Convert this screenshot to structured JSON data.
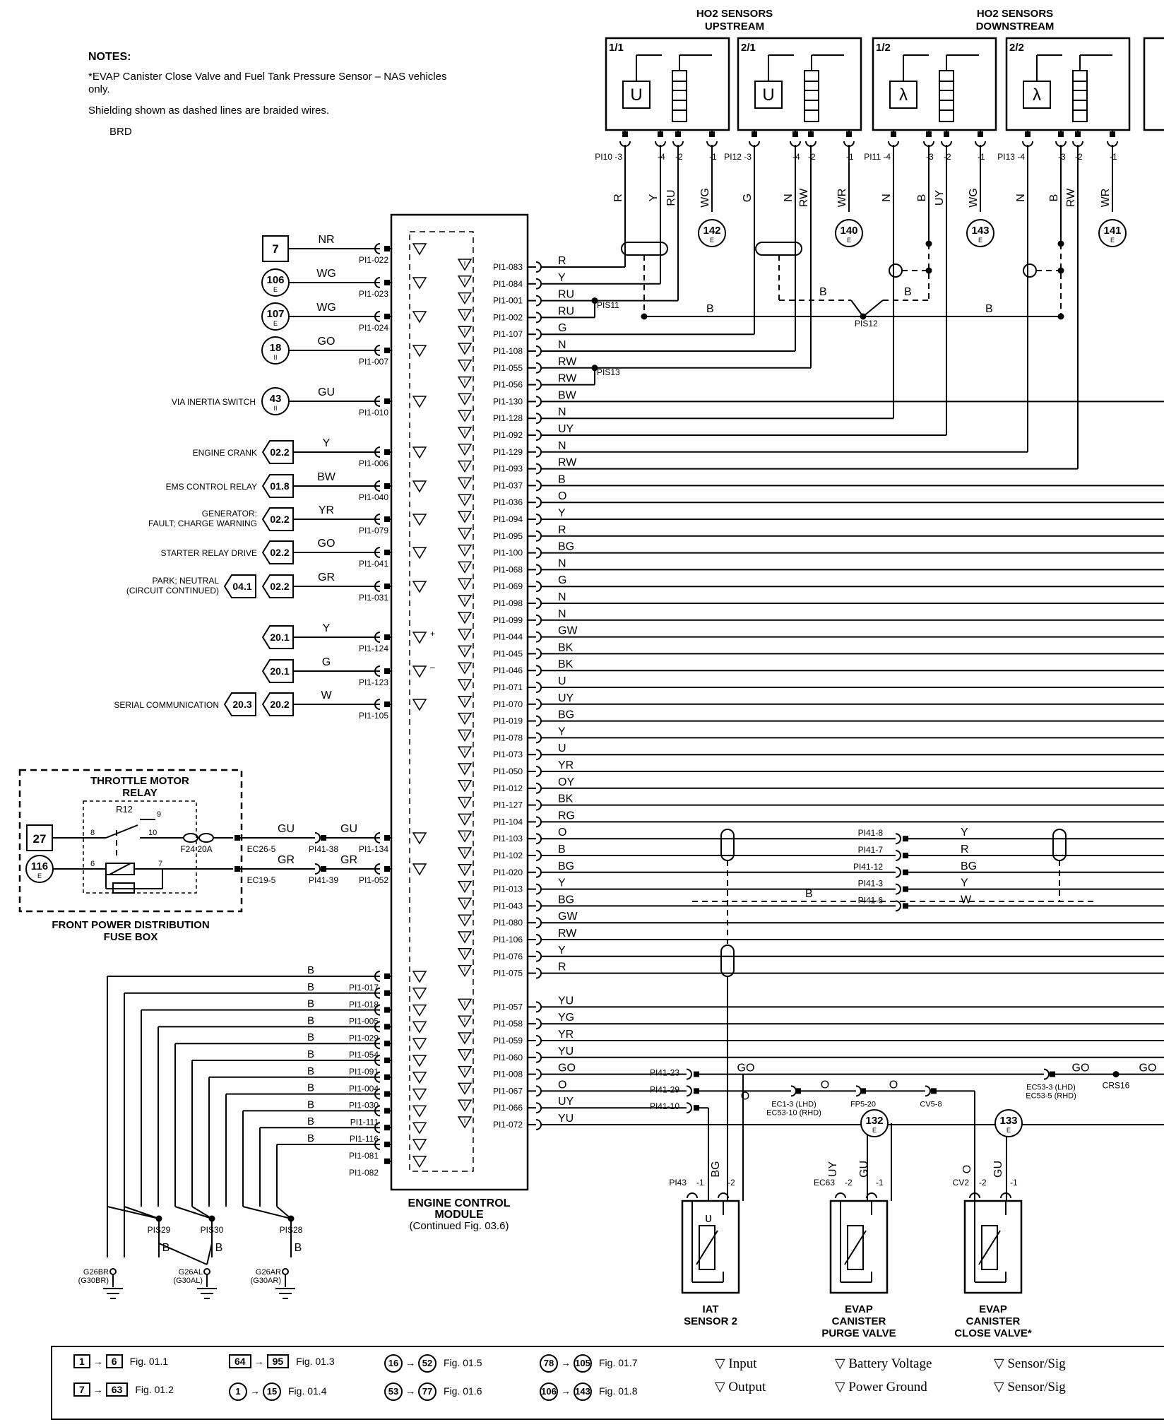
{
  "notes": {
    "title": "NOTES:",
    "line1": "*EVAP Canister Close Valve and Fuel Tank Pressure Sensor – NAS vehicles only.",
    "line2": "Shielding shown as dashed lines are braided wires.",
    "braid_label": "BRD"
  },
  "headers": {
    "ho2_up": [
      "HO2 SENSORS",
      "UPSTREAM"
    ],
    "ho2_down": [
      "HO2 SENSORS",
      "DOWNSTREAM"
    ]
  },
  "sensors": [
    {
      "id": "1/1",
      "type": "U",
      "pins": [
        "PI10 -3",
        "-4",
        "-2",
        "-1"
      ],
      "wires": [
        "R",
        "Y",
        "RU",
        "WG"
      ],
      "ref": "142",
      "ref_sub": "E"
    },
    {
      "id": "2/1",
      "type": "U",
      "pins": [
        "PI12 -3",
        "-4",
        "-2",
        "-1"
      ],
      "wires": [
        "G",
        "N",
        "RW",
        "WR"
      ],
      "ref": "140",
      "ref_sub": "E"
    },
    {
      "id": "1/2",
      "type": "λ",
      "pins": [
        "PI11 -4",
        "-3",
        "-2",
        "-1"
      ],
      "wires": [
        "N",
        "B",
        "UY",
        "WG"
      ],
      "ref": "143",
      "ref_sub": "E"
    },
    {
      "id": "2/2",
      "type": "λ",
      "pins": [
        "PI13 -4",
        "-3",
        "-2",
        "-1"
      ],
      "wires": [
        "N",
        "B",
        "RW",
        "WR"
      ],
      "ref": "141",
      "ref_sub": "E"
    }
  ],
  "splices": {
    "pis11": "PIS11",
    "pis12": "PIS12",
    "pis13": "PIS13",
    "b1": "B",
    "b2": "B",
    "b3": "B",
    "b4": "B"
  },
  "ecm": {
    "label": [
      "ENGINE CONTROL",
      "MODULE",
      "(Continued Fig. 03.6)"
    ]
  },
  "left_pins": [
    {
      "pin": "PI1-022",
      "wire": "NR",
      "ref": "7",
      "ref_kind": "box"
    },
    {
      "pin": "PI1-023",
      "wire": "WG",
      "ref": "106",
      "ref_kind": "circle",
      "ref_sub": "E"
    },
    {
      "pin": "PI1-024",
      "wire": "WG",
      "ref": "107",
      "ref_kind": "circle",
      "ref_sub": "E"
    },
    {
      "pin": "PI1-007",
      "wire": "GO",
      "ref": "18",
      "ref_kind": "circle",
      "ref_sub": "II"
    },
    {
      "pin": "PI1-010",
      "wire": "GU",
      "ref": "43",
      "ref_kind": "circle",
      "ref_sub": "II",
      "desc": "VIA INERTIA SWITCH"
    },
    {
      "pin": "PI1-006",
      "wire": "Y",
      "ref": "02.2",
      "ref_kind": "arrow",
      "desc": "ENGINE CRANK"
    },
    {
      "pin": "PI1-040",
      "wire": "BW",
      "ref": "01.8",
      "ref_kind": "arrow",
      "desc": "EMS CONTROL RELAY"
    },
    {
      "pin": "PI1-079",
      "wire": "YR",
      "ref": "02.2",
      "ref_kind": "arrow",
      "desc": "GENERATOR: FAULT; CHARGE WARNING"
    },
    {
      "pin": "PI1-041",
      "wire": "GO",
      "ref": "02.2",
      "ref_kind": "arrow",
      "desc": "STARTER RELAY DRIVE"
    },
    {
      "pin": "PI1-031",
      "wire": "GR",
      "ref": "02.2",
      "ref_kind": "arrow",
      "desc": "PARK; NEUTRAL (CIRCUIT CONTINUED)",
      "ref2": "04.1"
    },
    {
      "pin": "PI1-124",
      "wire": "Y",
      "ref": "20.1",
      "ref_kind": "arrow"
    },
    {
      "pin": "PI1-123",
      "wire": "G",
      "ref": "20.1",
      "ref_kind": "arrow"
    },
    {
      "pin": "PI1-105",
      "wire": "W",
      "ref": "20.2",
      "ref_kind": "arrow",
      "desc": "SERIAL COMMUNICATION",
      "ref2": "20.3"
    }
  ],
  "ground_pins": [
    "PI1-017",
    "PI1-018",
    "PI1-005",
    "PI1-029",
    "PI1-054",
    "PI1-091",
    "PI1-004",
    "PI1-030",
    "PI1-111",
    "PI1-116",
    "PI1-081",
    "PI1-082"
  ],
  "ground_wire": "B",
  "grounds": [
    {
      "splice": "PIS29",
      "wire": "B",
      "label": [
        "G26BR",
        "(G30BR)"
      ]
    },
    {
      "splice": "PIS30",
      "wire": "B",
      "label": [
        "G26AL",
        "(G30AL)"
      ]
    },
    {
      "splice": "PIS28",
      "wire": "B",
      "label": [
        "G26AR",
        "(G30AR)"
      ]
    }
  ],
  "right_pins": [
    {
      "pin": "PI1-083",
      "wire": "R"
    },
    {
      "pin": "PI1-084",
      "wire": "Y"
    },
    {
      "pin": "PI1-001",
      "wire": "RU"
    },
    {
      "pin": "PI1-002",
      "wire": "RU"
    },
    {
      "pin": "PI1-107",
      "wire": "G"
    },
    {
      "pin": "PI1-108",
      "wire": "N"
    },
    {
      "pin": "PI1-055",
      "wire": "RW"
    },
    {
      "pin": "PI1-056",
      "wire": "RW"
    },
    {
      "pin": "PI1-130",
      "wire": "BW"
    },
    {
      "pin": "PI1-128",
      "wire": "N"
    },
    {
      "pin": "PI1-092",
      "wire": "UY"
    },
    {
      "pin": "PI1-129",
      "wire": "N"
    },
    {
      "pin": "PI1-093",
      "wire": "RW"
    },
    {
      "pin": "PI1-037",
      "wire": "B"
    },
    {
      "pin": "PI1-036",
      "wire": "O"
    },
    {
      "pin": "PI1-094",
      "wire": "Y"
    },
    {
      "pin": "PI1-095",
      "wire": "R"
    },
    {
      "pin": "PI1-100",
      "wire": "BG"
    },
    {
      "pin": "PI1-068",
      "wire": "N"
    },
    {
      "pin": "PI1-069",
      "wire": "G"
    },
    {
      "pin": "PI1-098",
      "wire": "N"
    },
    {
      "pin": "PI1-099",
      "wire": "N"
    },
    {
      "pin": "PI1-044",
      "wire": "GW"
    },
    {
      "pin": "PI1-045",
      "wire": "BK"
    },
    {
      "pin": "PI1-046",
      "wire": "BK"
    },
    {
      "pin": "PI1-071",
      "wire": "U"
    },
    {
      "pin": "PI1-070",
      "wire": "UY"
    },
    {
      "pin": "PI1-019",
      "wire": "BG"
    },
    {
      "pin": "PI1-078",
      "wire": "Y"
    },
    {
      "pin": "PI1-073",
      "wire": "U"
    },
    {
      "pin": "PI1-050",
      "wire": "YR"
    },
    {
      "pin": "PI1-012",
      "wire": "OY"
    },
    {
      "pin": "PI1-127",
      "wire": "BK"
    },
    {
      "pin": "PI1-104",
      "wire": "RG"
    },
    {
      "pin": "PI1-103",
      "wire": "O"
    },
    {
      "pin": "PI1-102",
      "wire": "B"
    },
    {
      "pin": "PI1-020",
      "wire": "BG"
    },
    {
      "pin": "PI1-013",
      "wire": "Y"
    },
    {
      "pin": "PI1-043",
      "wire": "BG"
    },
    {
      "pin": "PI1-080",
      "wire": "GW"
    },
    {
      "pin": "PI1-106",
      "wire": "RW"
    },
    {
      "pin": "PI1-076",
      "wire": "Y"
    },
    {
      "pin": "PI1-075",
      "wire": "R"
    },
    {
      "pin": "PI1-057",
      "wire": "YU"
    },
    {
      "pin": "PI1-058",
      "wire": "YG"
    },
    {
      "pin": "PI1-059",
      "wire": "YR"
    },
    {
      "pin": "PI1-060",
      "wire": "YU"
    },
    {
      "pin": "PI1-008",
      "wire": "GO"
    },
    {
      "pin": "PI1-067",
      "wire": "O"
    },
    {
      "pin": "PI1-066",
      "wire": "UY"
    },
    {
      "pin": "PI1-072",
      "wire": "YU"
    }
  ],
  "pi41": [
    {
      "pin": "PI41-8",
      "wire": "Y"
    },
    {
      "pin": "PI41-7",
      "wire": "R"
    },
    {
      "pin": "PI41-12",
      "wire": "BG"
    },
    {
      "pin": "PI41-3",
      "wire": "Y"
    },
    {
      "pin": "PI41-6",
      "wire": "W"
    }
  ],
  "pi41_shield": "B",
  "throttle_relay": {
    "title": [
      "THROTTLE MOTOR",
      "RELAY"
    ],
    "relay": "R12",
    "fuse": "F24 20A",
    "ref1": "27",
    "ref2": "116",
    "ref2_sub": "E",
    "pins": [
      "8",
      "9",
      "10",
      "6",
      "7"
    ],
    "box_label": [
      "FRONT POWER DISTRIBUTION",
      "FUSE BOX"
    ],
    "wires": [
      {
        "c1": "EC26-5",
        "w1": "GU",
        "c2": "PI41-38",
        "w2": "GU",
        "pin": "PI1-134"
      },
      {
        "c1": "EC19-5",
        "w1": "GR",
        "c2": "PI41-39",
        "w2": "GR",
        "pin": "PI1-052"
      }
    ]
  },
  "bottom_conn": {
    "pi41_23": "PI41-23",
    "pi41_29": "PI41-29",
    "pi41_10": "PI41-10",
    "go": "GO",
    "o": "O",
    "ec1": [
      "EC1-3 (LHD)",
      "EC53-10 (RHD)"
    ],
    "fp": "FP5-20",
    "cv": "CV5-8",
    "ec53": [
      "EC53-3 (LHD)",
      "EC53-5 (RHD)"
    ],
    "crs": "CRS16"
  },
  "components": [
    {
      "name": [
        "IAT",
        "SENSOR 2"
      ],
      "conn": "PI43",
      "pins": [
        "-1",
        "-2"
      ],
      "wire": "BG"
    },
    {
      "name": [
        "EVAP",
        "CANISTER",
        "PURGE VALVE"
      ],
      "conn": "EC63",
      "pins": [
        "-2",
        "-1"
      ],
      "wires": [
        "UY",
        "GU"
      ],
      "ref": "132",
      "ref_sub": "E"
    },
    {
      "name": [
        "EVAP",
        "CANISTER",
        "CLOSE VALVE*"
      ],
      "conn": "CV2",
      "pins": [
        "-2",
        "-1"
      ],
      "wires": [
        "O",
        "GU"
      ],
      "ref": "133",
      "ref_sub": "E"
    }
  ],
  "legend": {
    "items": [
      {
        "a": "1",
        "b": "6",
        "fig": "Fig. 01.1"
      },
      {
        "a": "7",
        "b": "63",
        "fig": "Fig. 01.2"
      },
      {
        "a": "64",
        "b": "95",
        "fig": "Fig. 01.3"
      },
      {
        "a": "1",
        "b": "15",
        "fig": "Fig. 01.4"
      },
      {
        "a": "16",
        "b": "52",
        "fig": "Fig. 01.5"
      },
      {
        "a": "53",
        "b": "77",
        "fig": "Fig. 01.6"
      },
      {
        "a": "78",
        "b": "105",
        "fig": "Fig. 01.7"
      },
      {
        "a": "106",
        "b": "143",
        "fig": "Fig. 01.8"
      }
    ],
    "symbols": [
      "Input",
      "Output",
      "Battery Voltage",
      "Power Ground",
      "Sensor/Sig",
      "Sensor/Sig"
    ]
  }
}
